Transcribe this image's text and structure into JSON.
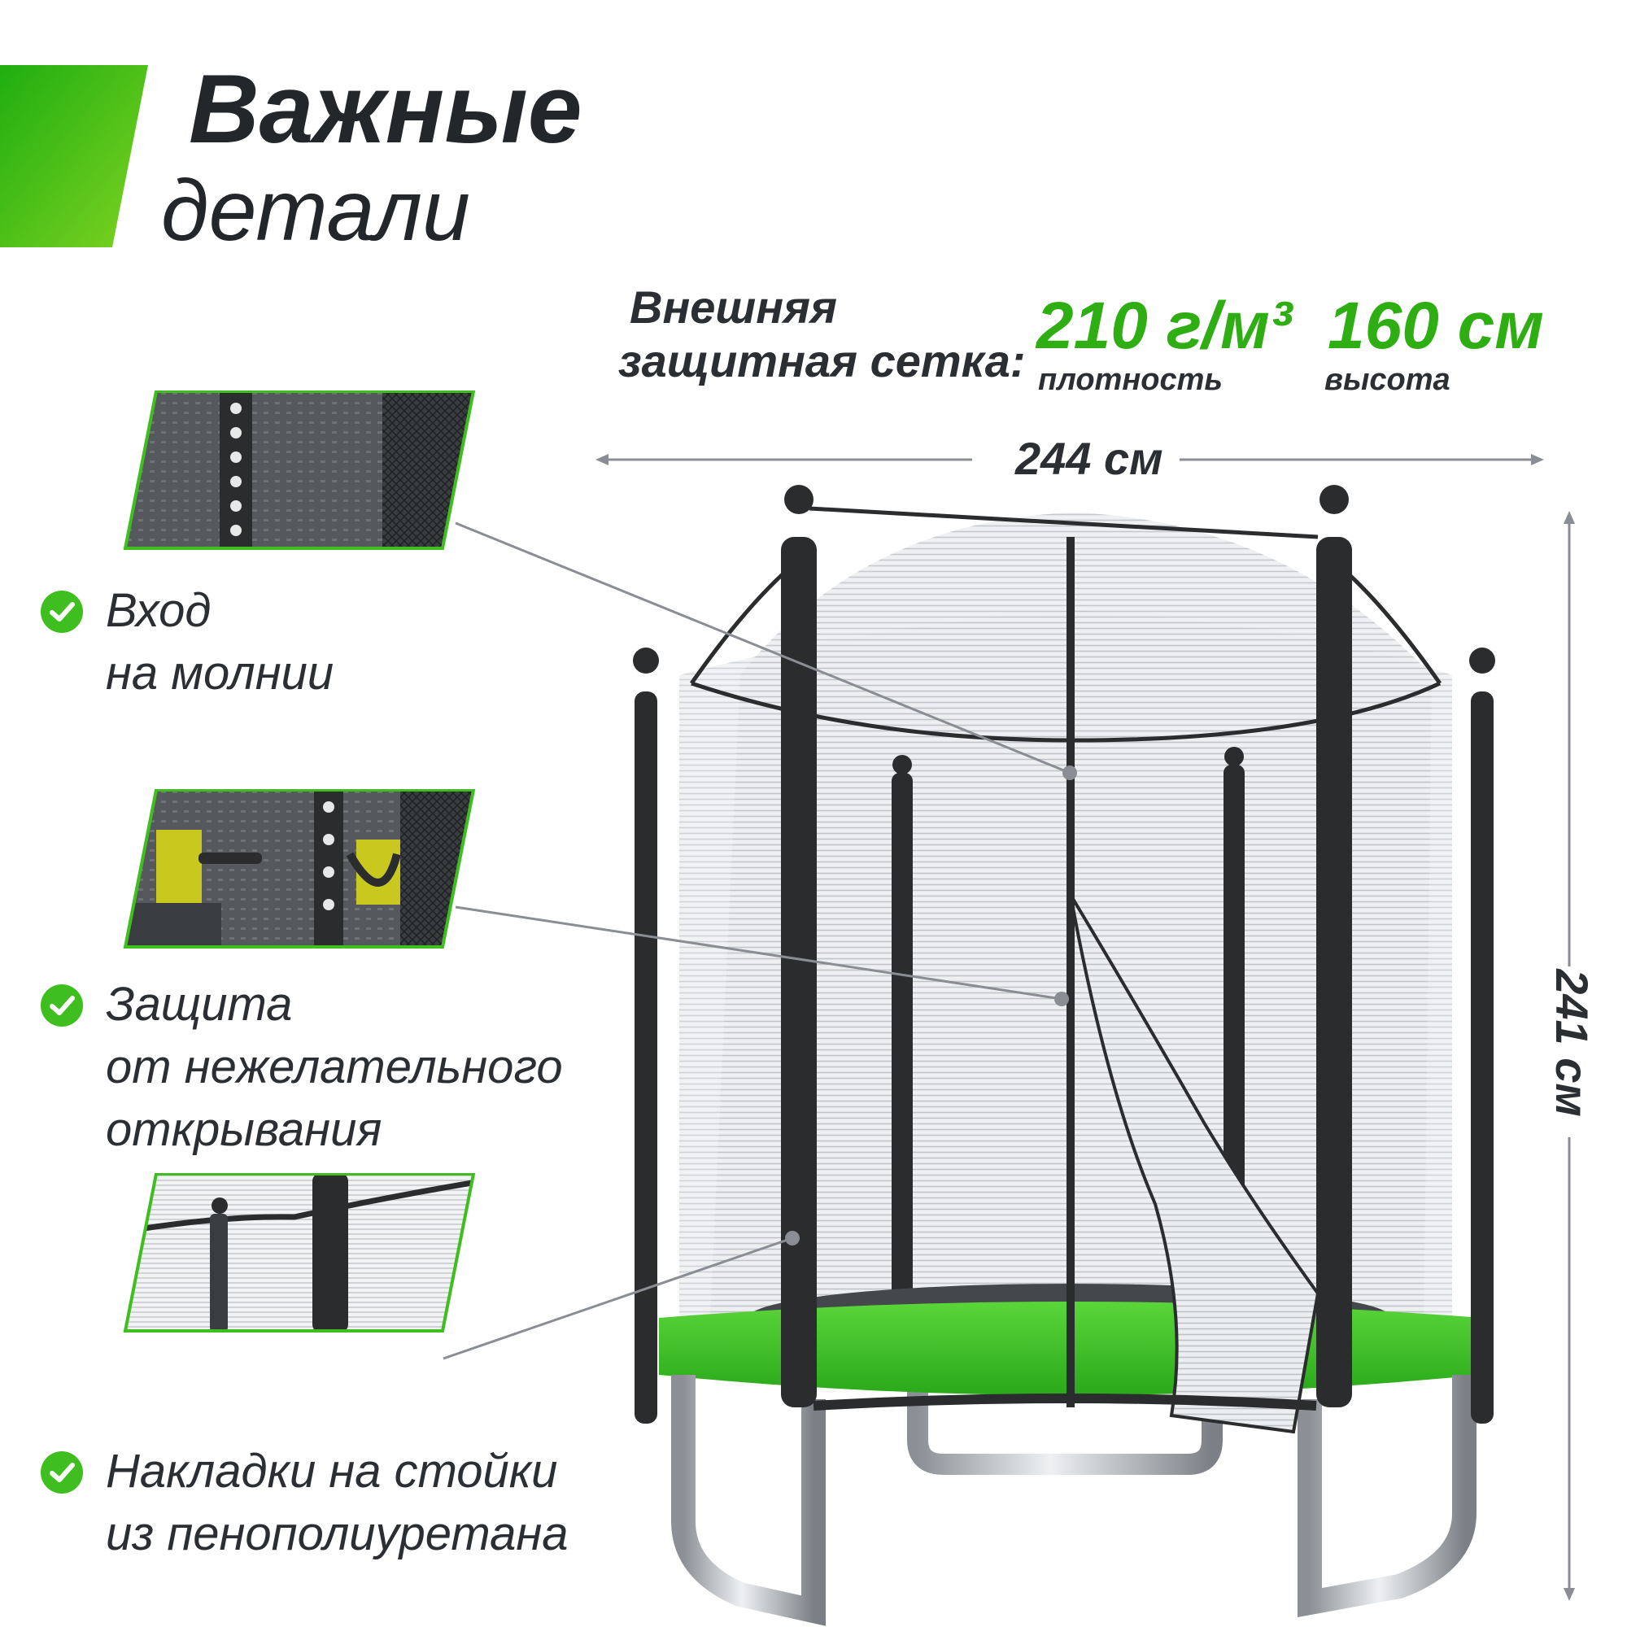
{
  "header": {
    "title_line1": "Важные",
    "title_line2": "детали",
    "accent_color": "#3fbf1f"
  },
  "net_spec": {
    "label_line1": "Внешняя",
    "label_line2": "защитная сетка:",
    "density_value": "210 г/м³",
    "density_caption": "плотность",
    "height_value": "160 см",
    "height_caption": "высота"
  },
  "dimensions": {
    "width": "244 см",
    "height": "241 см"
  },
  "features": [
    {
      "line1": "Вход",
      "line2": "на молнии",
      "icon": "check-circle-icon",
      "thumb": "zipper-closeup"
    },
    {
      "line1": "Защита",
      "line2": "от нежелательного",
      "line3": "открывания",
      "icon": "check-circle-icon",
      "thumb": "buckle-closeup"
    },
    {
      "line1": "Накладки на стойки",
      "line2": "из пенополиуретана",
      "icon": "check-circle-icon",
      "thumb": "pole-pad-closeup"
    }
  ],
  "colors": {
    "green": "#3fbf1f",
    "text_green": "#2fae14",
    "text_dark": "#2b2e33",
    "pole_black": "#2a2c2e",
    "net_gray": "#c9ccd0",
    "frame_green": "#3ec22a"
  }
}
